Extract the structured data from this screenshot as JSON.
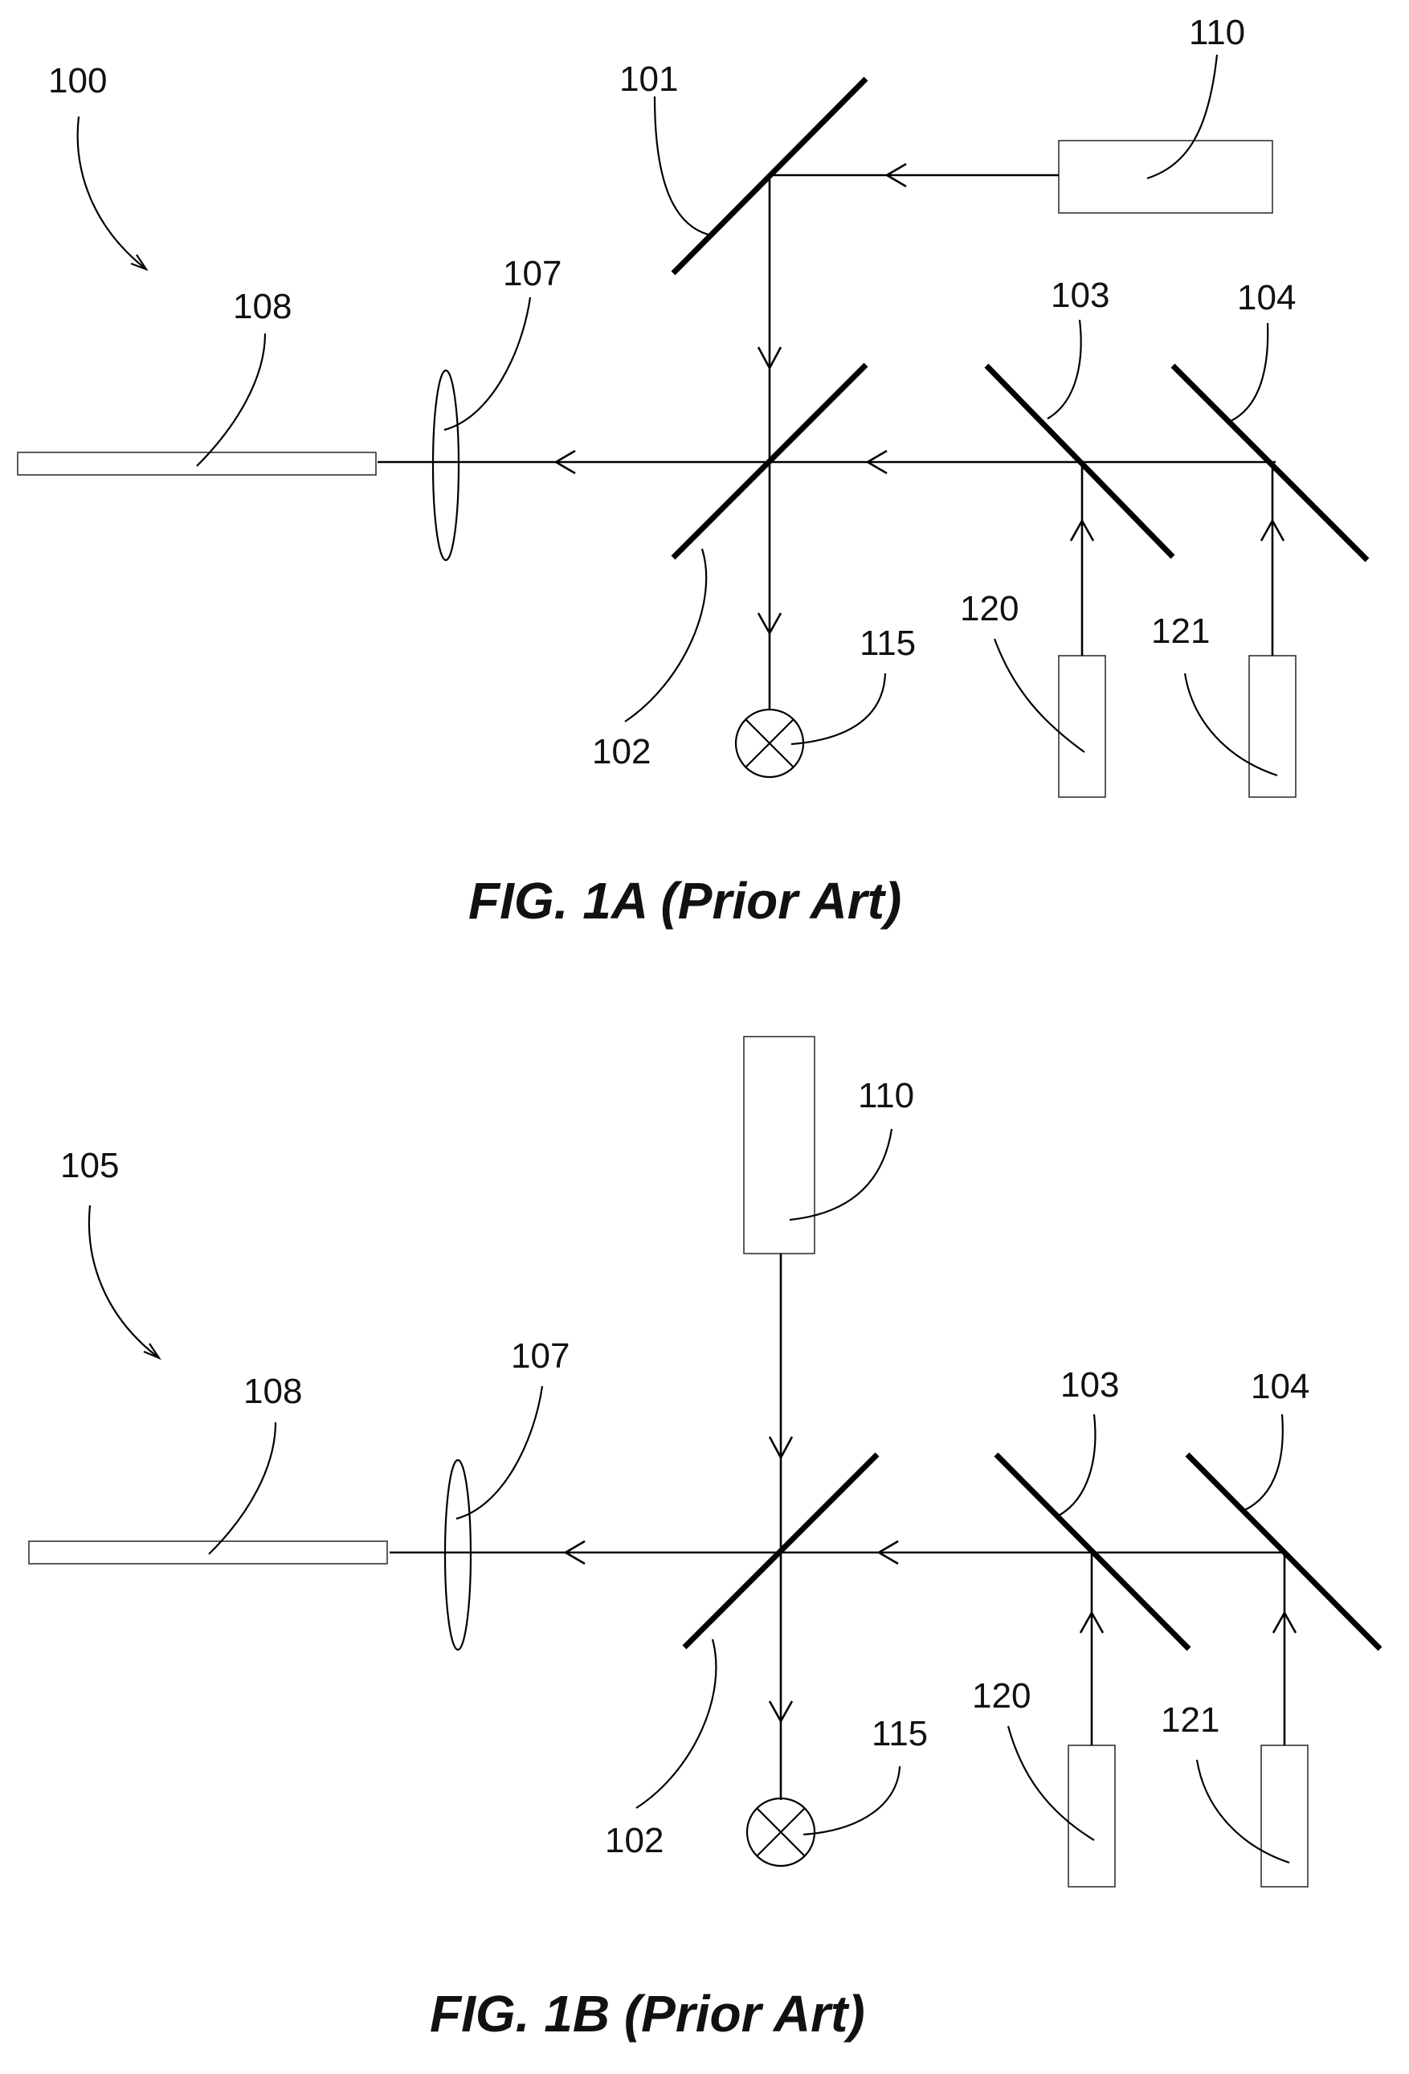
{
  "figures": [
    {
      "caption": "FIG. 1A (Prior Art)",
      "labels": {
        "system": "100",
        "mirror_101": "101",
        "mirror_102": "102",
        "mirror_103": "103",
        "mirror_104": "104",
        "lens": "107",
        "fiber": "108",
        "source_110": "110",
        "detector": "115",
        "source_120": "120",
        "source_121": "121"
      }
    },
    {
      "caption": "FIG. 1B (Prior Art)",
      "labels": {
        "system": "105",
        "mirror_102": "102",
        "mirror_103": "103",
        "mirror_104": "104",
        "lens": "107",
        "fiber": "108",
        "source_110": "110",
        "detector": "115",
        "source_120": "120",
        "source_121": "121"
      }
    }
  ]
}
